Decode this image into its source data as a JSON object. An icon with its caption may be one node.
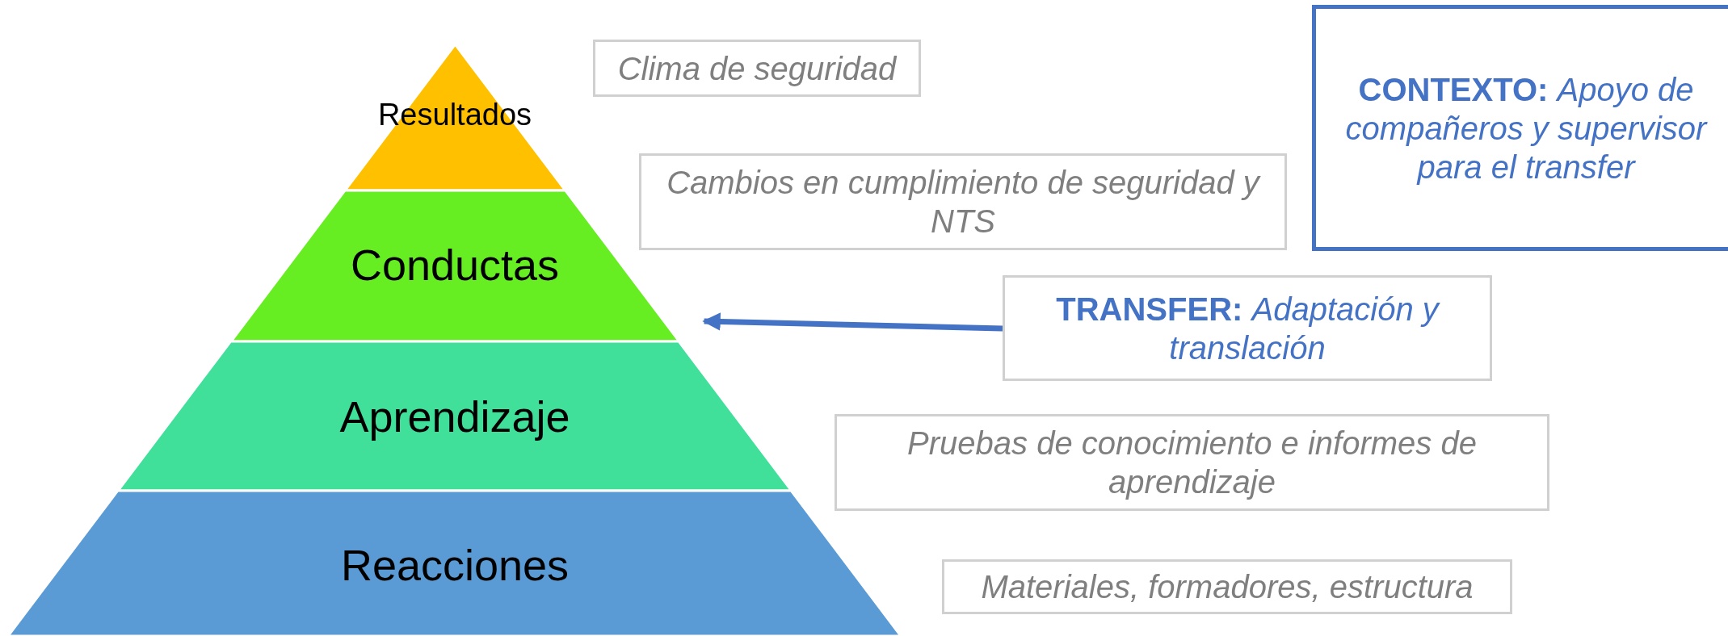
{
  "diagram": {
    "nodes": [
      {
        "text": [
          "Resultados"
        ]
      },
      {
        "text": [
          "Conductas"
        ]
      },
      {
        "text": [
          "Aprendizaje"
        ]
      },
      {
        "text": [
          "Reacciones"
        ]
      },
      {
        "text": [
          "Clima de seguridad"
        ]
      },
      {
        "text": [
          "Cambios en cumplimiento de seguridad y NTS"
        ]
      },
      {
        "text": [
          "**CONTEXTO:** *Apoyo de compañeros y supervisor para el transfer*"
        ]
      },
      {
        "text": [
          "**TRANSFER:** *Adaptación y translación*"
        ]
      },
      {
        "text": [
          "Pruebas de conocimiento e informes de aprendizaje"
        ]
      },
      {
        "text": [
          "Materiales, formadores, estructura"
        ]
      }
    ],
    "edges": [
      {
        "from": 7,
        "to": 1,
        "arrow": "to",
        "color": "#4472c4"
      }
    ]
  }
}
